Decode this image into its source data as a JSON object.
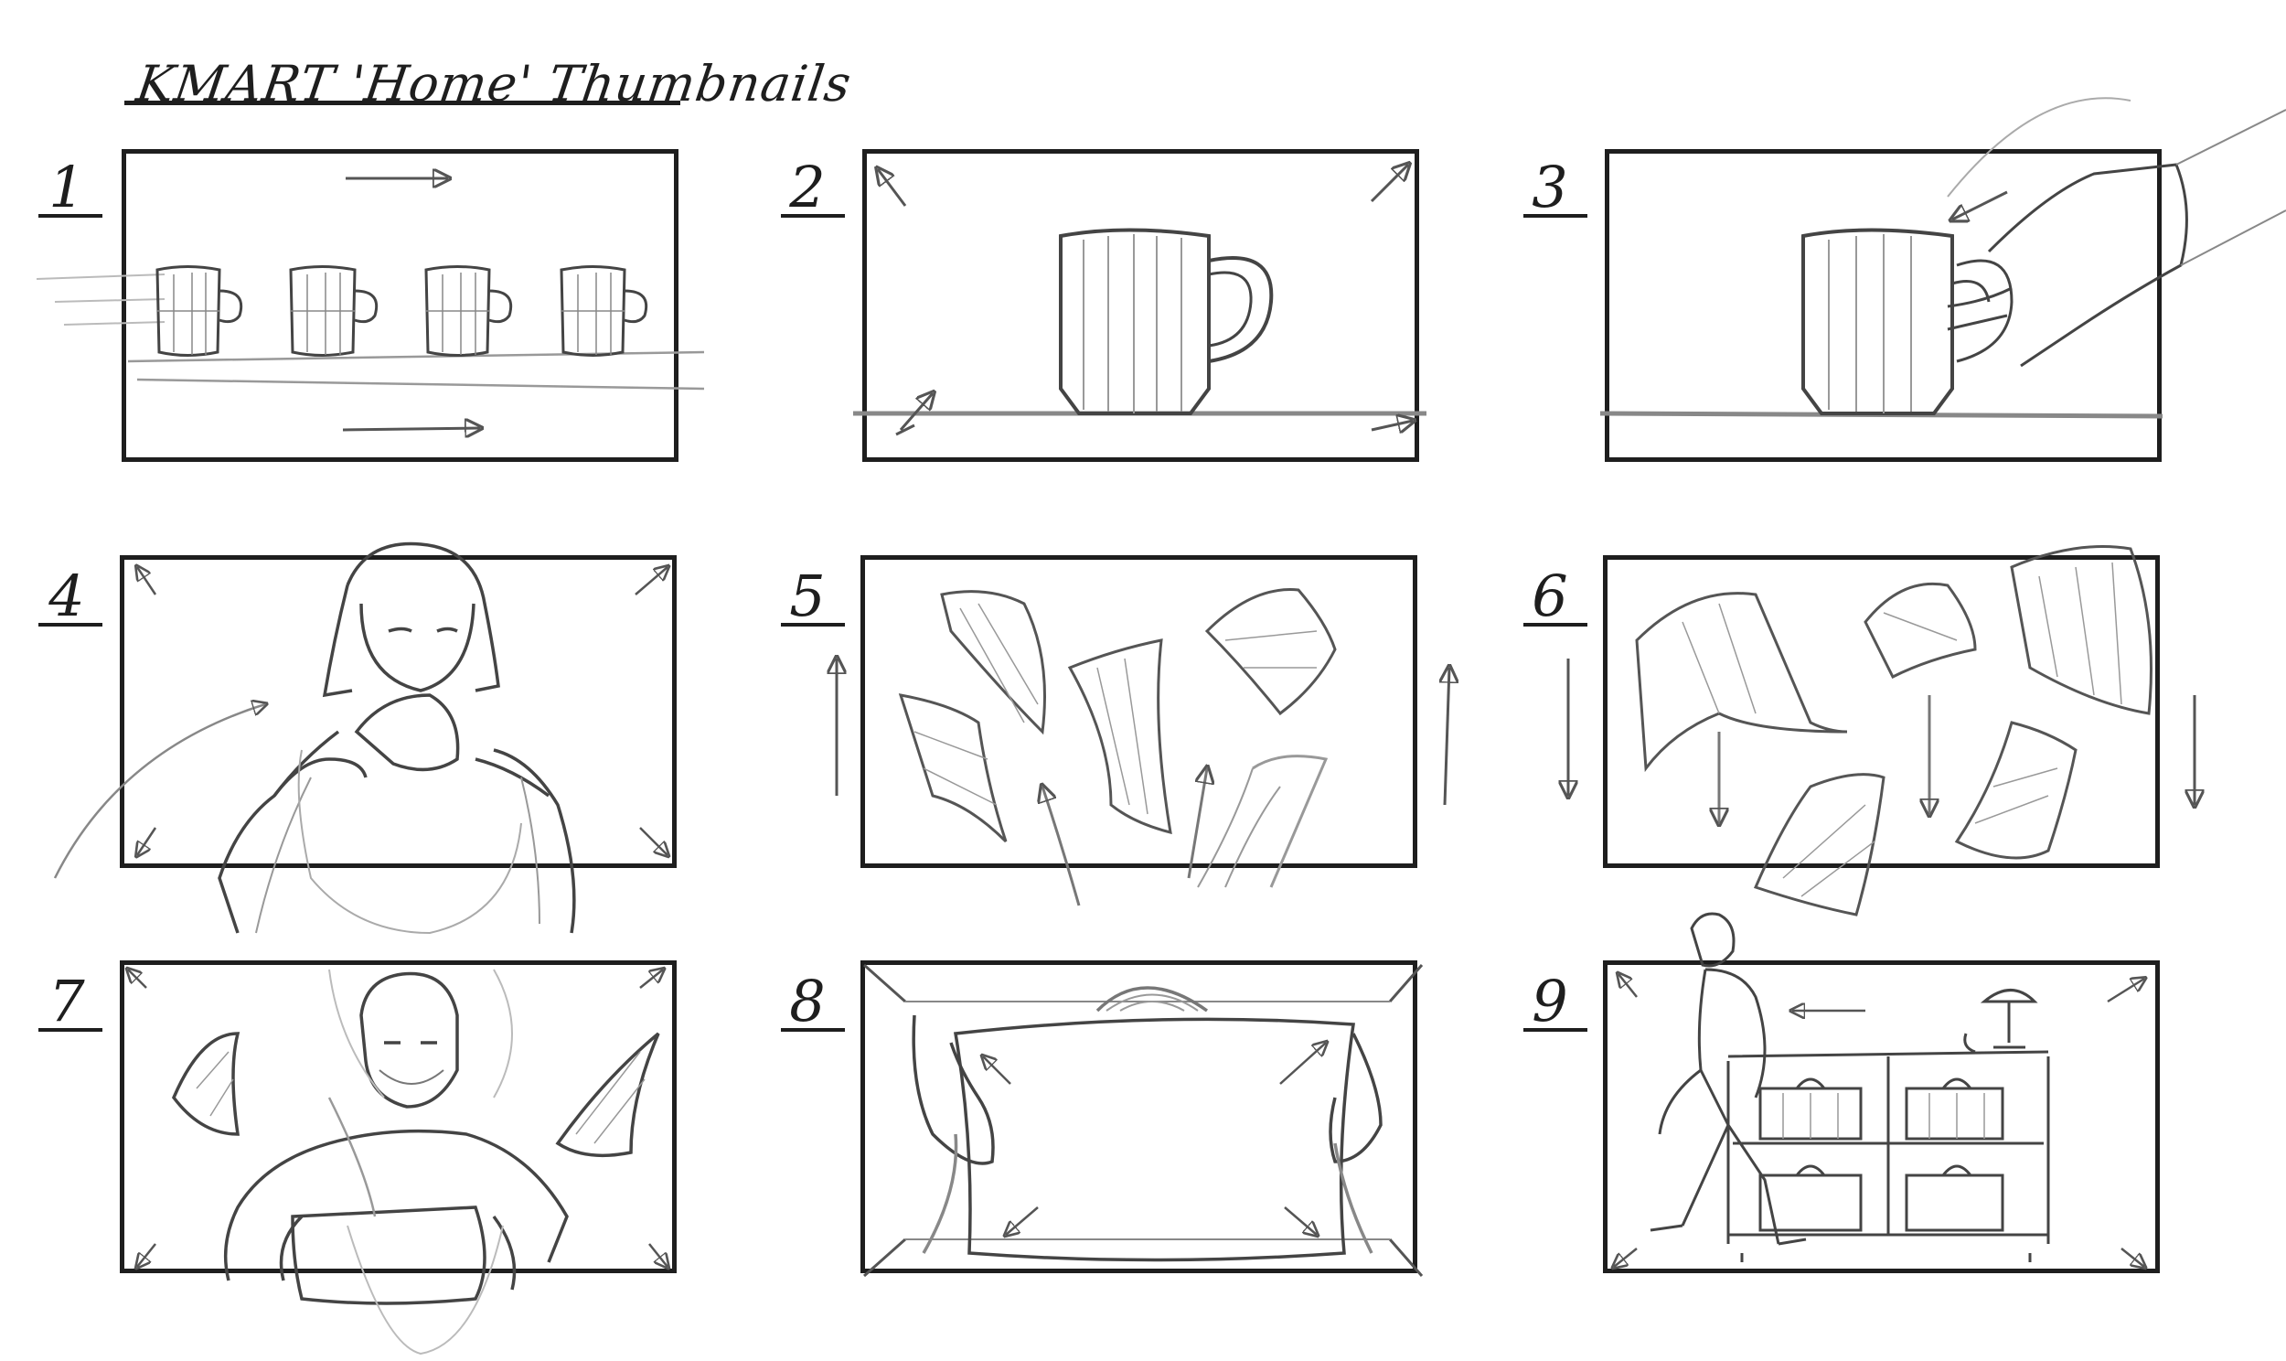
{
  "sheet": {
    "title": "KMART 'Home' Thumbnails"
  },
  "panels": [
    {
      "number": "1",
      "subject": "mug-row"
    },
    {
      "number": "2",
      "subject": "mug-closeup"
    },
    {
      "number": "3",
      "subject": "hand-grabs-mug"
    },
    {
      "number": "4",
      "subject": "woman-drinking"
    },
    {
      "number": "5",
      "subject": "flying-sheets-up"
    },
    {
      "number": "6",
      "subject": "flying-sheets-down"
    },
    {
      "number": "7",
      "subject": "man-opening-gift"
    },
    {
      "number": "8",
      "subject": "hands-holding-sheet"
    },
    {
      "number": "9",
      "subject": "man-walking-by-shelf"
    }
  ],
  "colors": {
    "ink": "#1e1e1e",
    "pencil": "#7a7a7a",
    "paper": "#ffffff"
  }
}
